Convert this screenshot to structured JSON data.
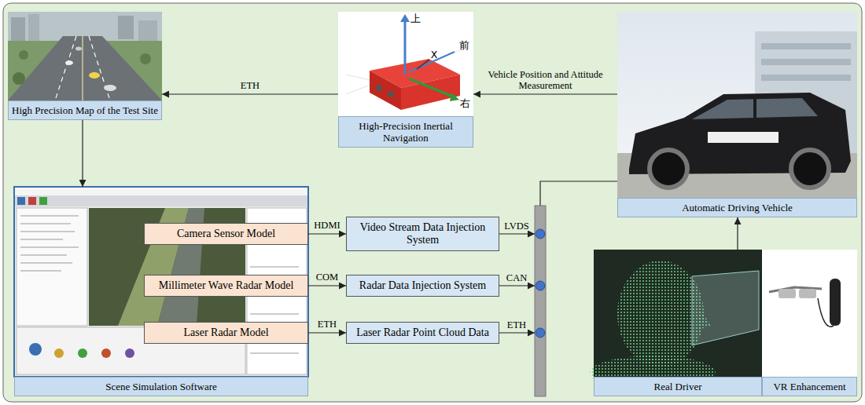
{
  "diagram": {
    "nodes": [
      {
        "text": [
          "High Precision Map of the Test Site"
        ]
      },
      {
        "text": [
          "High-Precision Inertial Navigation"
        ]
      },
      {
        "text": [
          "Automatic Driving Vehicle"
        ]
      },
      {
        "text": [
          "Scene Simulation Software"
        ]
      },
      {
        "text": [
          "Camera Sensor Model"
        ],
        "in": 3
      },
      {
        "text": [
          "Millimeter Wave Radar Model"
        ],
        "in": 3
      },
      {
        "text": [
          "Laser Radar Model"
        ],
        "in": 3
      },
      {
        "text": [
          "Video Stream Data Injection System"
        ]
      },
      {
        "text": [
          "Radar Data Injection System"
        ]
      },
      {
        "text": [
          "Laser Radar Point Cloud Data"
        ]
      },
      {
        "text": [
          "Real Driver"
        ]
      },
      {
        "text": [
          "VR Enhancement"
        ]
      }
    ],
    "edges": [
      {
        "from": 2,
        "to": 1,
        "arrow": "to",
        "label": "Vehicle Position and Attitude Measurement"
      },
      {
        "from": 1,
        "to": 0,
        "arrow": "to",
        "label": "ETH"
      },
      {
        "from": 0,
        "to": 3,
        "arrow": "to"
      },
      {
        "from": 4,
        "to": 7,
        "arrow": "to",
        "label": "HDMI"
      },
      {
        "from": 5,
        "to": 8,
        "arrow": "to",
        "label": "COM"
      },
      {
        "from": 6,
        "to": 9,
        "arrow": "to",
        "label": "ETH"
      },
      {
        "from": 10,
        "to": 2,
        "arrow": "to"
      }
    ],
    "labels": [
      "LVDS",
      "CAN",
      "ETH",
      "上",
      "前",
      "右",
      "X"
    ]
  }
}
